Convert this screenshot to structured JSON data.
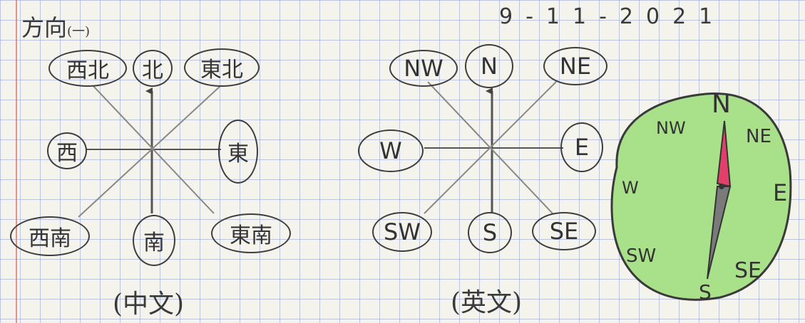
{
  "title": {
    "main": "方向",
    "sub": "(一)"
  },
  "date": "9-11-2021",
  "chinese_diagram": {
    "caption": "(中文)",
    "labels": {
      "nw": "西北",
      "n": "北",
      "ne": "東北",
      "w": "西",
      "e": "東",
      "sw": "西南",
      "s": "南",
      "se": "東南"
    }
  },
  "english_diagram": {
    "caption": "(英文)",
    "labels": {
      "nw": "NW",
      "n": "N",
      "ne": "NE",
      "w": "W",
      "e": "E",
      "sw": "SW",
      "s": "S",
      "se": "SE"
    }
  },
  "compass": {
    "labels": {
      "n": "N",
      "nw": "NW",
      "ne": "NE",
      "w": "W",
      "e": "E",
      "sw": "SW",
      "s": "S",
      "se": "SE"
    },
    "colors": {
      "face": "#a9e08a",
      "needle_north": "#e0406a",
      "needle_south": "#7a7a7a"
    }
  }
}
